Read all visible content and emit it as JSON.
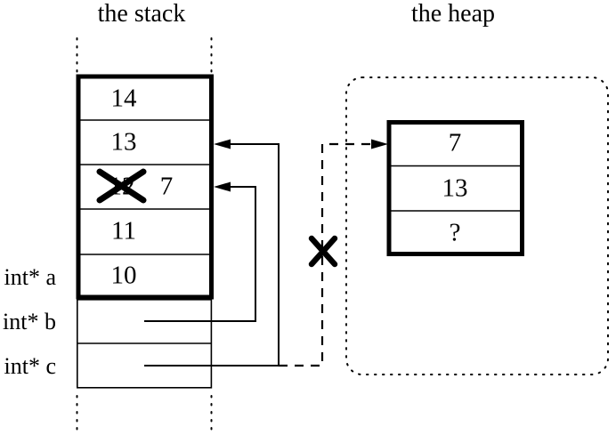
{
  "titles": {
    "stack": "the stack",
    "heap": "the heap"
  },
  "stack": {
    "cells": [
      {
        "value": "14"
      },
      {
        "value": "13"
      },
      {
        "old_value": "12",
        "new_value": "7",
        "crossed_out": true
      },
      {
        "value": "11"
      },
      {
        "value": "10"
      }
    ]
  },
  "pointer_labels": [
    {
      "label": "int* a"
    },
    {
      "label": "int* b"
    },
    {
      "label": "int* c"
    }
  ],
  "heap": {
    "cells": [
      {
        "value": "7"
      },
      {
        "value": "13"
      },
      {
        "value": "?"
      }
    ]
  },
  "icons": {
    "stack_overwrite_cross": "x-mark",
    "dangling_pointer_cross": "x-mark"
  },
  "colors": {
    "line": "#000000",
    "background": "#ffffff"
  }
}
